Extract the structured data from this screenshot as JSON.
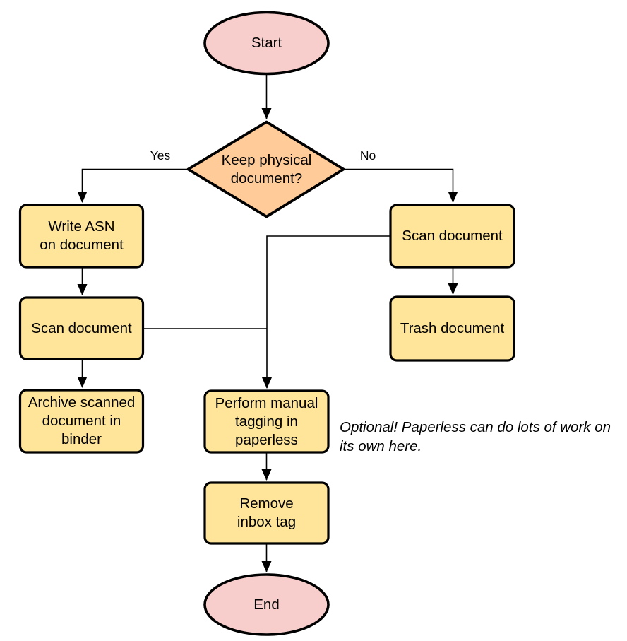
{
  "colors": {
    "terminal-fill": "#f8cecc",
    "decision-fill": "#ffcc99",
    "process-fill": "#ffe599",
    "stroke-color": "#000000",
    "edge-color": "#000000",
    "rule-color": "#e8e8e8"
  },
  "nodes": {
    "start": {
      "label": "Start",
      "type": "terminal"
    },
    "decision": {
      "label": "Keep physical\ndocument?",
      "type": "decision"
    },
    "write_asn": {
      "label": "Write ASN\non document",
      "type": "process"
    },
    "scan_left": {
      "label": "Scan document",
      "type": "process"
    },
    "archive": {
      "label": "Archive scanned\ndocument in\nbinder",
      "type": "process"
    },
    "scan_right": {
      "label": "Scan document",
      "type": "process"
    },
    "trash": {
      "label": "Trash document",
      "type": "process"
    },
    "perform_tagging": {
      "label": "Perform manual\ntagging in\npaperless",
      "type": "process"
    },
    "remove_inbox_tag": {
      "label": "Remove\ninbox tag",
      "type": "process"
    },
    "end": {
      "label": "End",
      "type": "terminal"
    }
  },
  "edges": {
    "yes_label": "Yes",
    "no_label": "No"
  },
  "note": {
    "text": "Optional! Paperless can do lots of work on\nits own here."
  }
}
